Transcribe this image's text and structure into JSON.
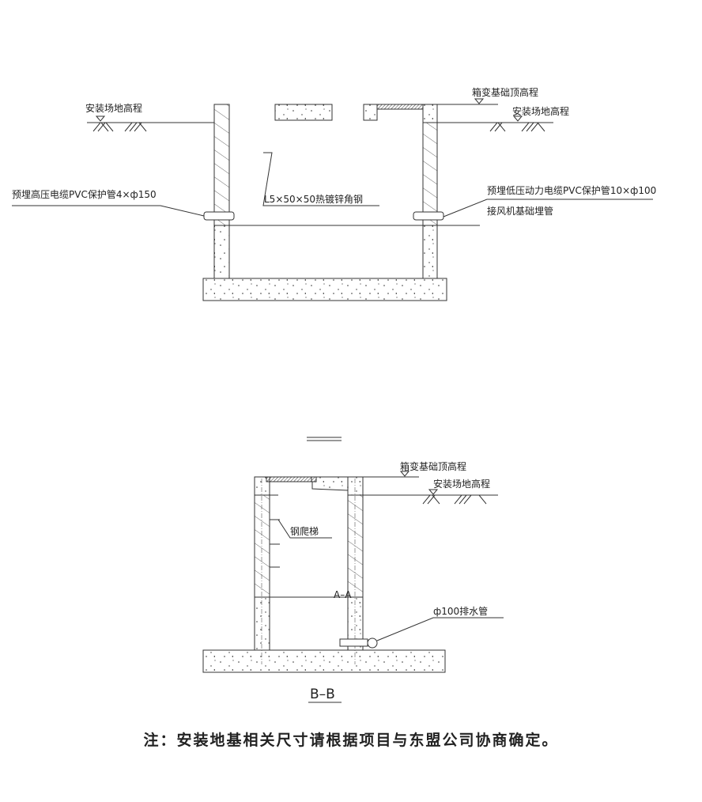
{
  "elevation_view": {
    "site_elevation_left": "安装场地高程",
    "site_elevation_right": "安装场地高程",
    "foundation_top_elevation": "箱变基础顶高程",
    "hv_pipe_label": "预埋高压电缆PVC保护管4×ф150",
    "angle_steel_label": "L5×50×50热镀锌角钢",
    "lv_pipe_label": "预埋低压动力电缆PVC保护管10×ф100",
    "fan_pipe_label": "接风机基础埋管"
  },
  "section_bb": {
    "foundation_top_elevation": "箱变基础顶高程",
    "site_elevation": "安装场地高程",
    "ladder_label": "钢爬梯",
    "section_aa_label": "A–A",
    "drain_pipe_label": "ф100排水管",
    "section_title": "B–B"
  },
  "note": "注：安装地基相关尺寸请根据项目与东盟公司协商确定。",
  "colors": {
    "line": "#333333",
    "background": "#ffffff"
  }
}
